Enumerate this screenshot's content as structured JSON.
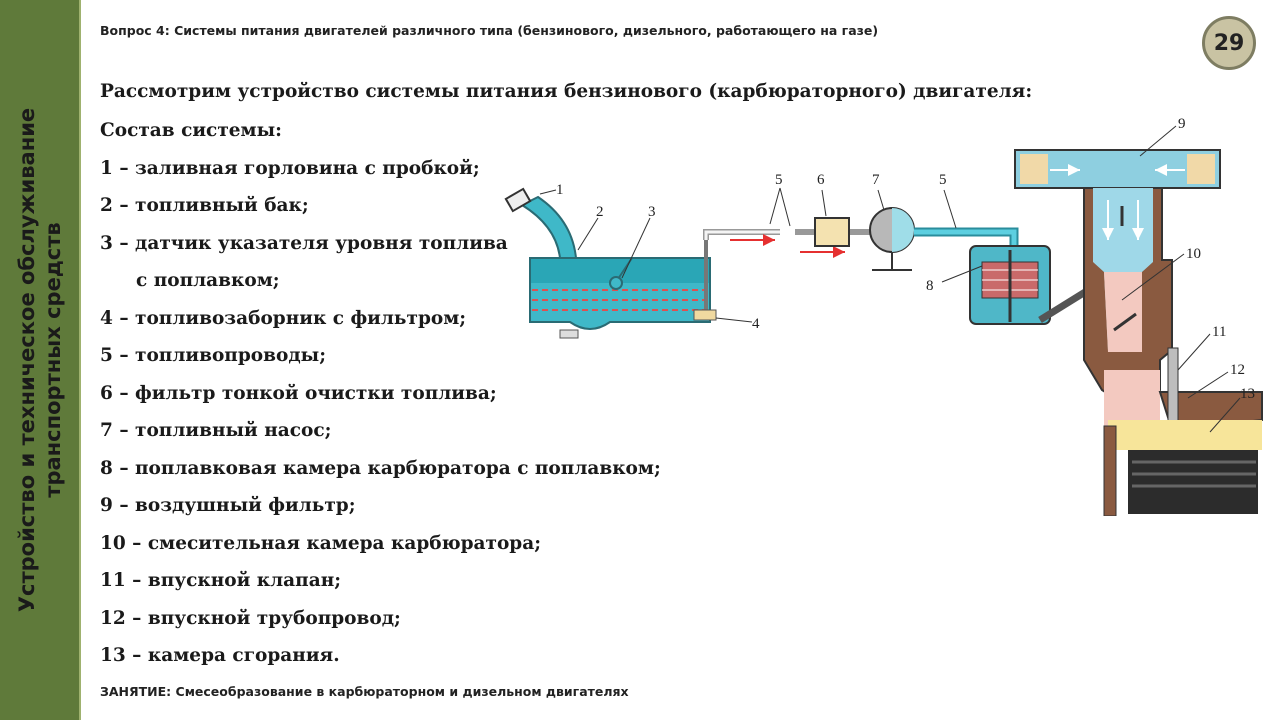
{
  "sidebar": {
    "title": "Устройство и техническое обслуживание транспортных средств"
  },
  "header": {
    "question": "Вопрос 4: Системы питания двигателей различного типа (бензинового, дизельного, работающего на газе)",
    "page_number": "29"
  },
  "content": {
    "intro": "Рассмотрим устройство системы питания бензинового (карбюраторного) двигателя:",
    "legend_items": [
      "Состав системы:",
      "1 – заливная горловина с пробкой;",
      "2 – топливный бак;",
      "3 – датчик указателя уровня топлива",
      "с поплавком;",
      "4 – топливозаборник с фильтром;",
      "5 – топливопроводы;",
      "6 – фильтр тонкой очистки топлива;",
      "7 – топливный насос;",
      "8 – поплавковая камера карбюратора с поплавком;",
      "9 – воздушный фильтр;",
      "10 – смесительная камера карбюратора;",
      "11 – впускной клапан;",
      "12 – впускной трубопровод;",
      "13 – камера сгорания."
    ]
  },
  "diagram": {
    "labels": [
      "1",
      "2",
      "3",
      "4",
      "5",
      "6",
      "7",
      "5",
      "8",
      "9",
      "10",
      "11",
      "12",
      "13"
    ],
    "colors": {
      "fuel": "#3fb8c8",
      "fuel_dark": "#2a8d9c",
      "pipe": "#e8e8e8",
      "flow": "#e53030",
      "metal": "#8a5a40",
      "air": "#8ecfe0"
    }
  },
  "footer": {
    "lesson": "ЗАНЯТИЕ: Смесеобразование в карбюраторном и дизельном двигателях"
  }
}
